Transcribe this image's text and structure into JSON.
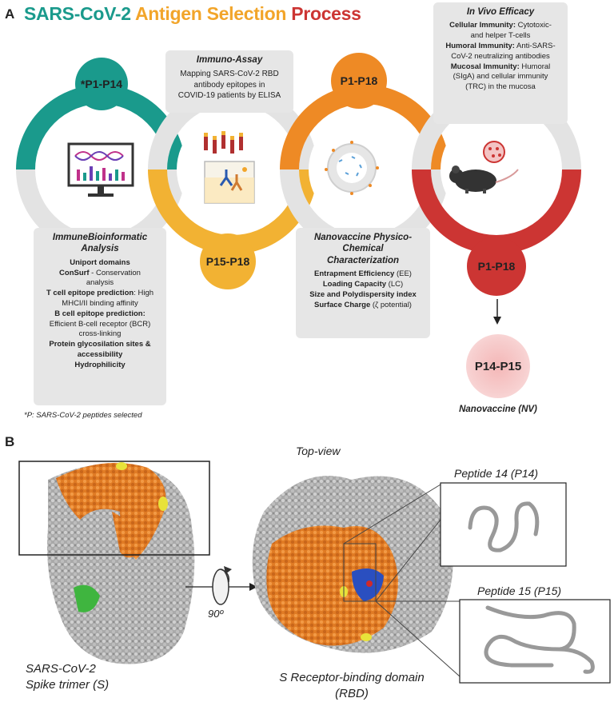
{
  "panel_a": {
    "letter": "A",
    "title": {
      "part1": "SARS-CoV-2",
      "part2": "Antigen Selection",
      "part3": "Process"
    },
    "colors": {
      "teal": "#1a9a8c",
      "yellow": "#f2b233",
      "orange": "#ee8a25",
      "red": "#cc3533",
      "grey_ring": "#e3e3e3",
      "box_bg": "#e6e6e6"
    },
    "nodes": {
      "n1": "*P1-P14",
      "n2": "P15-P18",
      "n3": "P1-P18",
      "n4": "P1-P18",
      "final": "P14-P15"
    },
    "final_label": "Nanovaccine (NV)",
    "footnote": "*P: SARS-CoV-2 peptides selected",
    "immunoassay": {
      "heading": "Immuno-Assay",
      "lines": [
        "Mapping SARS-CoV-2 RBD",
        "antibody epitopes in",
        "COVID-19 patients by ELISA"
      ]
    },
    "invivo": {
      "heading": "In Vivo Efficacy",
      "l1b": "Cellular Immunity:",
      "l1t": " Cytotoxic-",
      "l2t": "and helper T-cells",
      "l3b": "Humoral Immunity:",
      "l3t": " Anti-SARS-",
      "l4t": "CoV-2 neutralizing antibodies",
      "l5b": "Mucosal Immunity:",
      "l5t": " Humoral",
      "l6t": "(SIgA) and cellular immunity",
      "l7t": "(TRC) in the mucosa"
    },
    "bioinfo": {
      "heading1": "ImmuneBioinformatic",
      "heading2": "Analysis",
      "r1b": "Uniport domains",
      "r2b": "ConSurf",
      "r2t": " - Conservation",
      "r3t": "analysis",
      "r4b": "T cell epitope prediction",
      "r4t": ": High",
      "r5t": "MHCI/II binding affinity",
      "r6b": "B cell epitope prediction:",
      "r7t": "Efficient B-cell receptor (BCR)",
      "r8t": "cross-linking",
      "r9b": "Protein glycosilation sites &",
      "r10b": "accessibility",
      "r11b": "Hydrophilicity"
    },
    "nano": {
      "heading1": "Nanovaccine Physico-",
      "heading2": "Chemical",
      "heading3": "Characterization",
      "r1b": "Entrapment Efficiency",
      "r1t": " (EE)",
      "r2b": "Loading Capacity",
      "r2t": " (LC)",
      "r3b": "Size and Polydispersity index",
      "r4b": "Surface Charge",
      "r4t": " (ζ potential)"
    }
  },
  "panel_b": {
    "letter": "B",
    "top_view": "Top-view",
    "rotation": "90º",
    "p14": "Peptide 14 (P14)",
    "p15": "Peptide 15 (P15)",
    "spike_l1": "SARS-CoV-2",
    "spike_l2": "Spike trimer (S)",
    "rbd_l1": "S Receptor-binding domain",
    "rbd_l2": "(RBD)",
    "colors": {
      "protein_grey": "#a9a9a9",
      "rbd_orange": "#e07b24",
      "yellow": "#e8e23a",
      "green": "#3fb53f",
      "blue": "#2a4fc0",
      "red": "#d02a2a"
    }
  }
}
